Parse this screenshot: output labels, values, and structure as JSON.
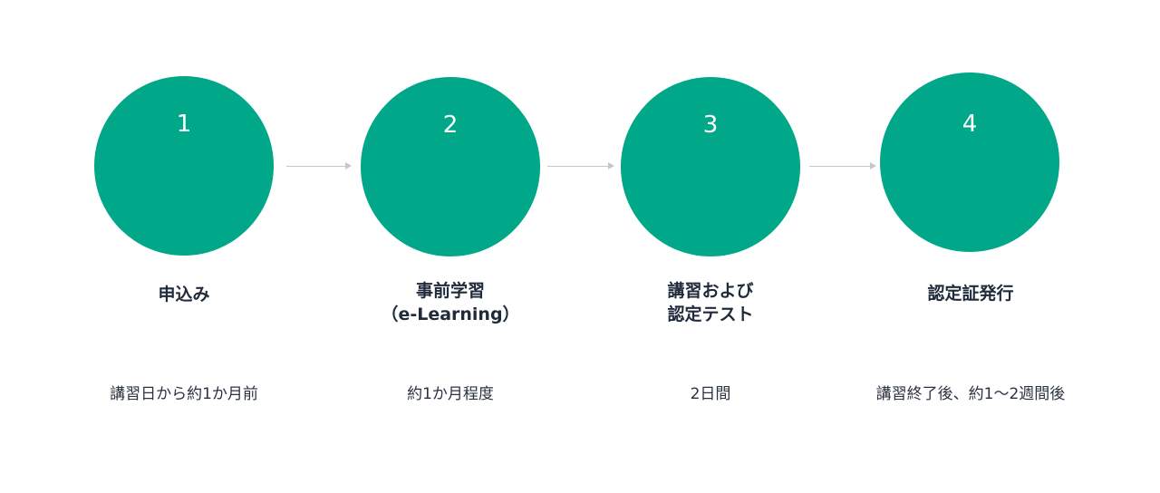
{
  "steps": [
    {
      "number": "1",
      "title_lines": [
        "申込み"
      ],
      "description": "講習日から約1か月前"
    },
    {
      "number": "2",
      "title_lines": [
        "事前学習",
        "（e-Learning）"
      ],
      "description": "約1か月程度"
    },
    {
      "number": "3",
      "title_lines": [
        "講習および",
        "認定テスト"
      ],
      "description": "2日間"
    },
    {
      "number": "4",
      "title_lines": [
        "認定証発行"
      ],
      "description": "講習終了後、約1～2週間後"
    }
  ],
  "colors": {
    "circle": "#00a788",
    "arrow": "#c4c8cc",
    "text": "#1f2a3a"
  }
}
